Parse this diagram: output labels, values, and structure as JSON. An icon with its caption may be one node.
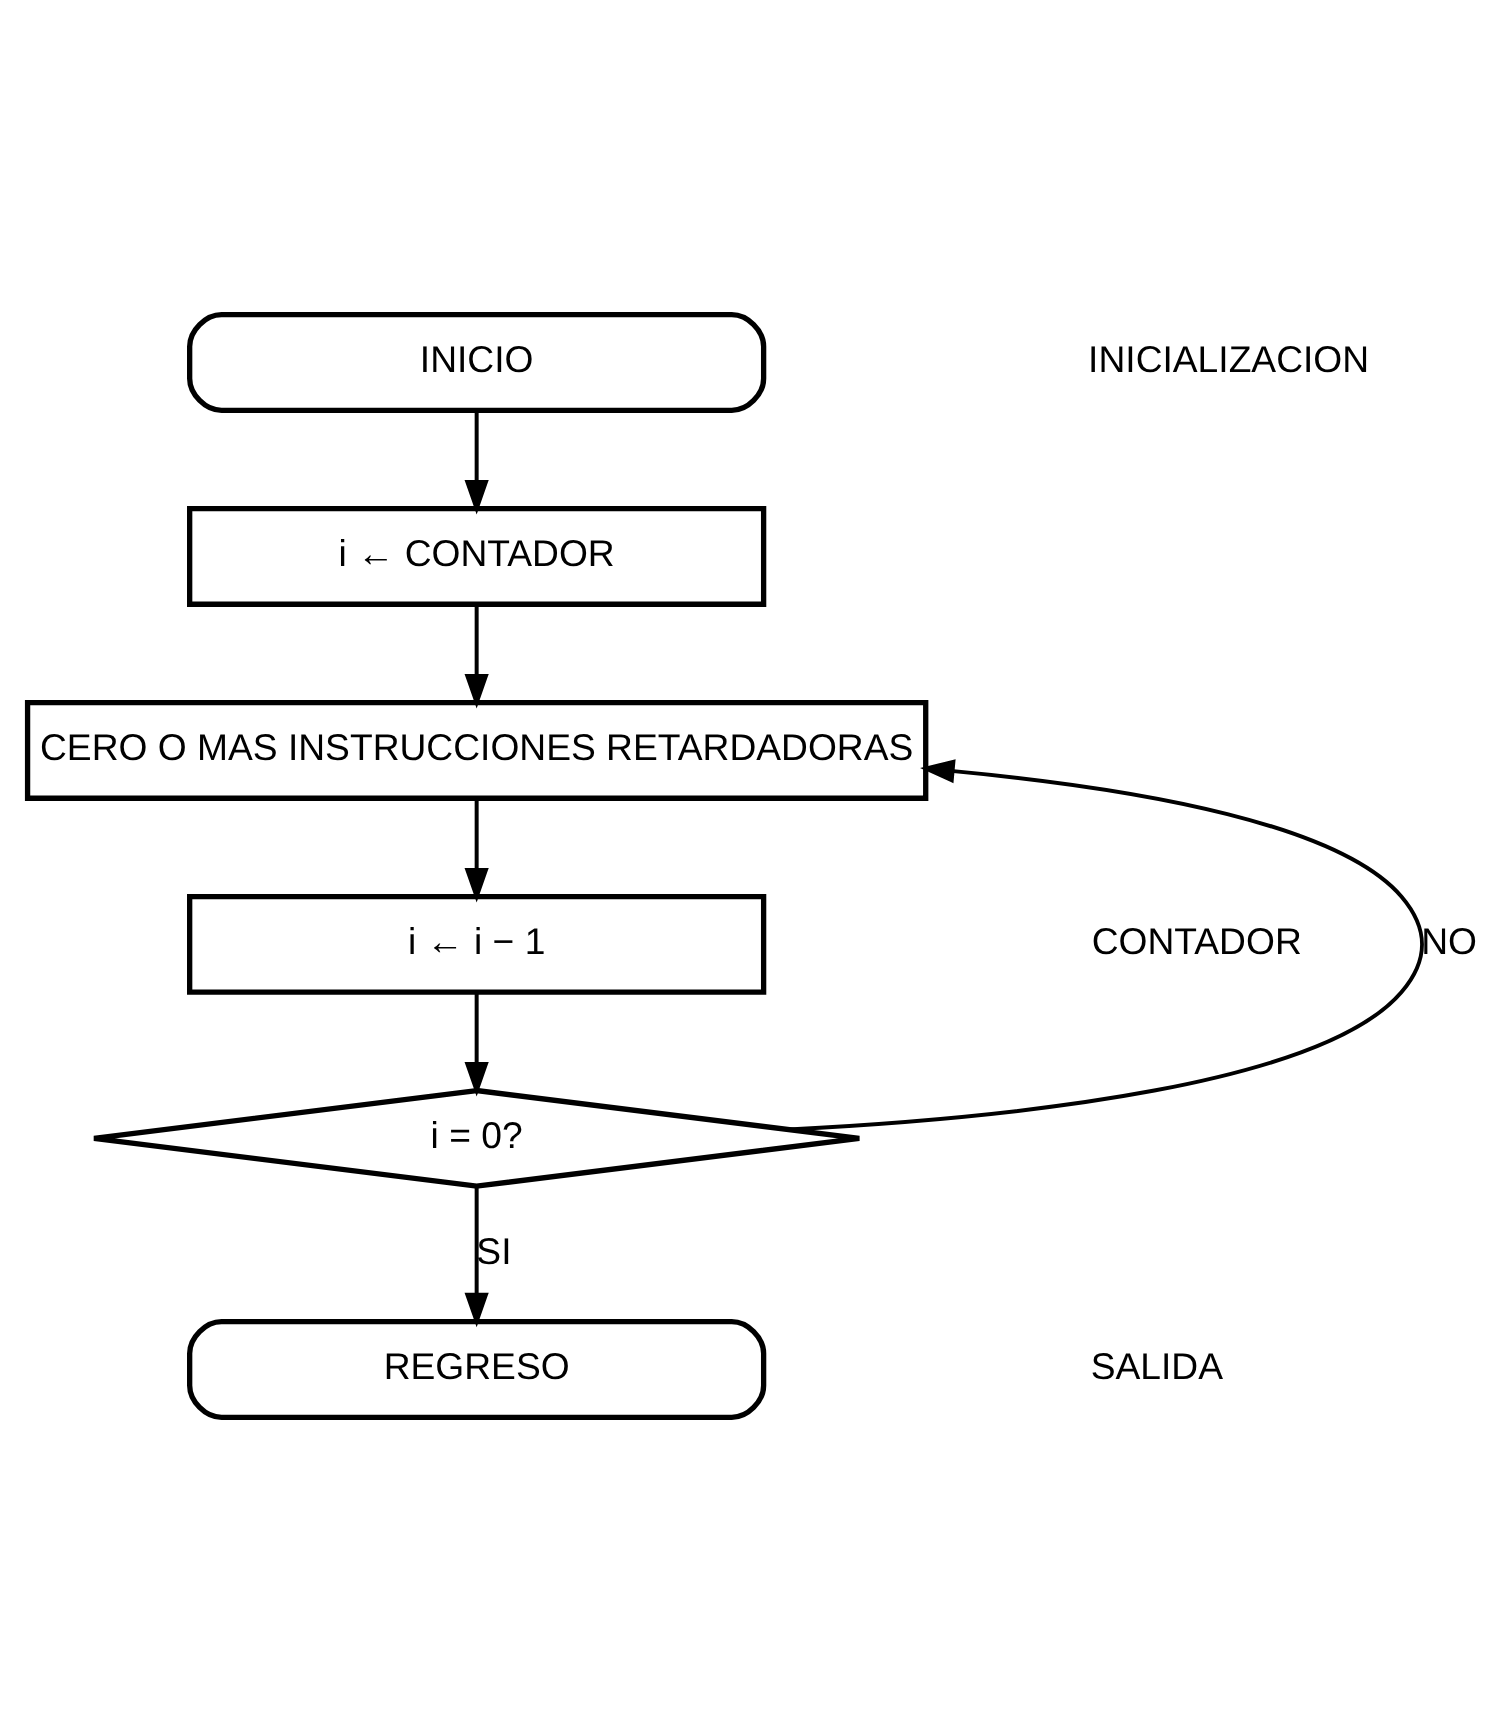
{
  "diagram": {
    "nodes": [
      {
        "text": [
          "INICIO"
        ]
      },
      {
        "text": [
          "i ← CONTADOR"
        ]
      },
      {
        "text": [
          "CERO O MAS INSTRUCCIONES RETARDADORAS"
        ]
      },
      {
        "text": [
          "i ← i − 1"
        ]
      },
      {
        "text": [
          "i = 0?"
        ]
      },
      {
        "text": [
          "REGRESO"
        ]
      }
    ],
    "edges": [
      {
        "from": 0,
        "to": 1,
        "arrow": "to"
      },
      {
        "from": 1,
        "to": 2,
        "arrow": "to"
      },
      {
        "from": 2,
        "to": 3,
        "arrow": "to"
      },
      {
        "from": 3,
        "to": 4,
        "arrow": "to"
      },
      {
        "from": 4,
        "to": 2,
        "arrow": "to",
        "label": "NO"
      },
      {
        "from": 4,
        "to": 5,
        "arrow": "to",
        "label": "SI"
      }
    ],
    "labels": [
      "INICIALIZACION",
      "CONTADOR",
      "SALIDA"
    ]
  }
}
